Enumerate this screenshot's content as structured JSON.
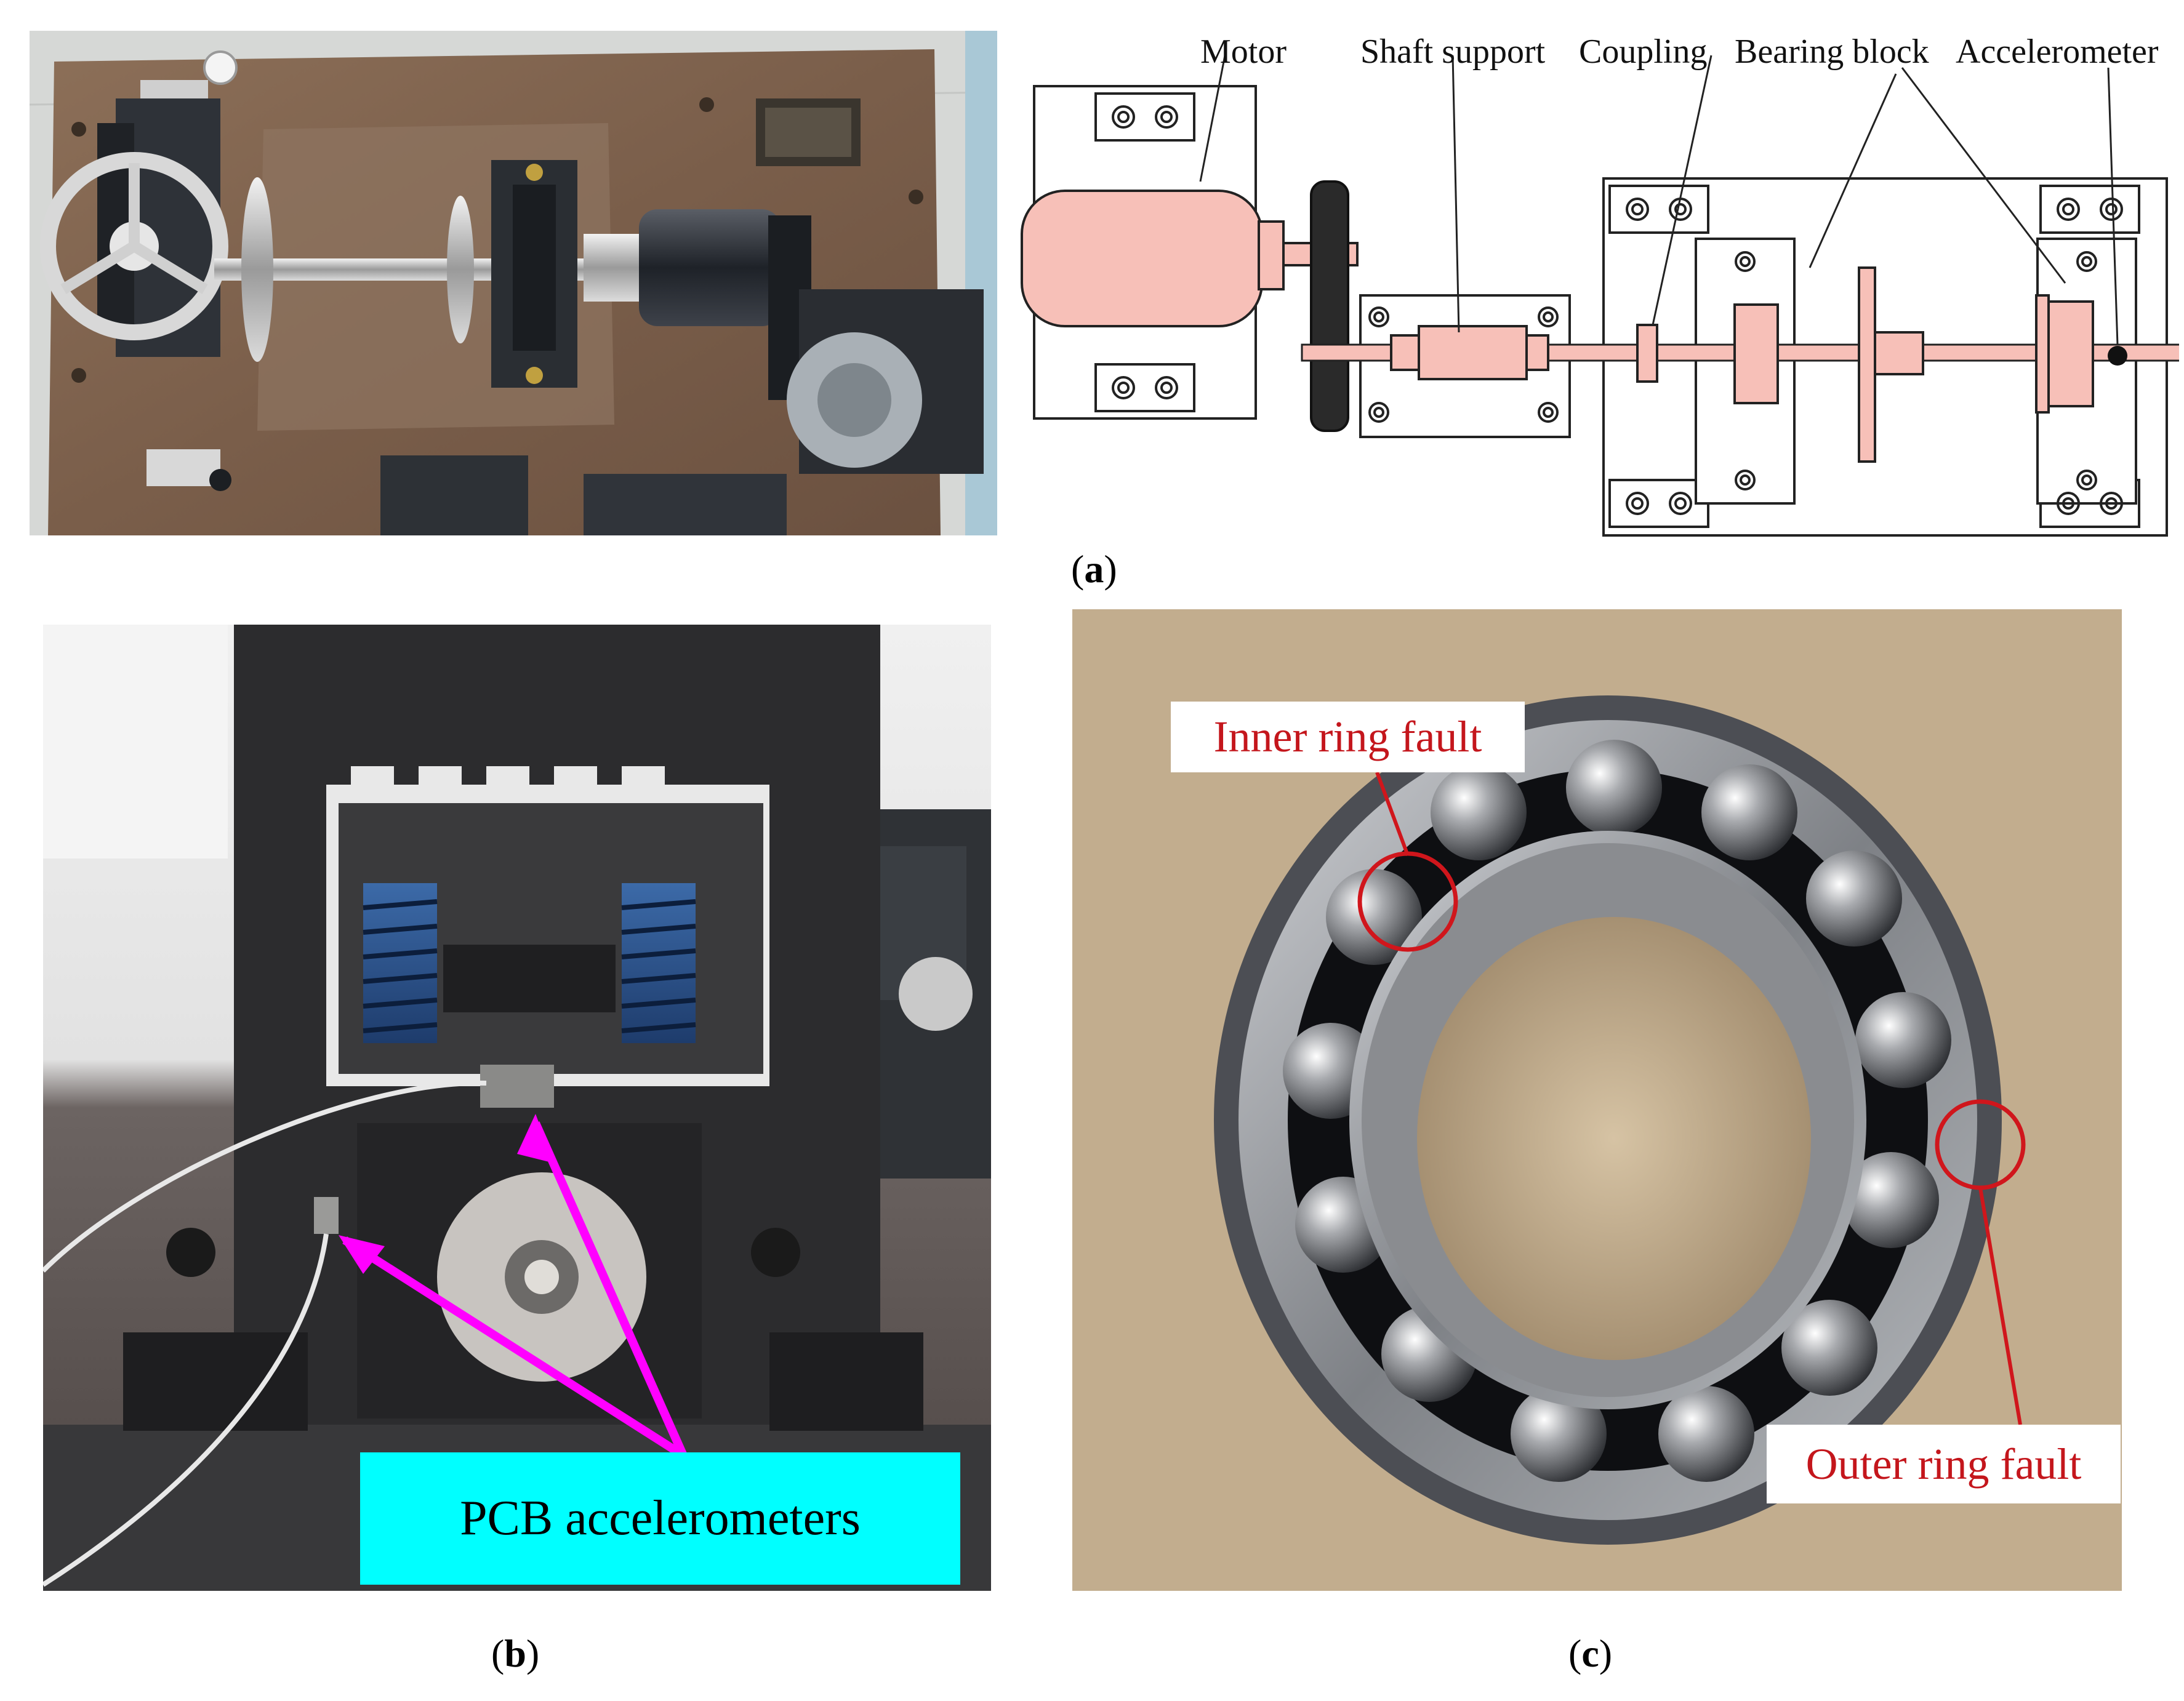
{
  "figure": {
    "panel_a": {
      "caption_letter": "a",
      "diagram_labels": {
        "motor": "Motor",
        "shaft_support": "Shaft support",
        "coupling": "Coupling",
        "bearing_block": "Bearing block",
        "accelerometer": "Accelerometer"
      },
      "colors": {
        "component_fill": "#f7c0b8",
        "line": "#222222"
      }
    },
    "panel_b": {
      "caption_letter": "b",
      "annotation": "PCB accelerometers",
      "colors": {
        "label_bg": "#00ffff",
        "arrow": "#ff00ff"
      }
    },
    "panel_c": {
      "caption_letter": "c",
      "annotations": {
        "inner": "Inner ring fault",
        "outer": "Outer ring fault"
      },
      "colors": {
        "marker": "#d0161c",
        "label_text": "#c4161c"
      }
    }
  }
}
